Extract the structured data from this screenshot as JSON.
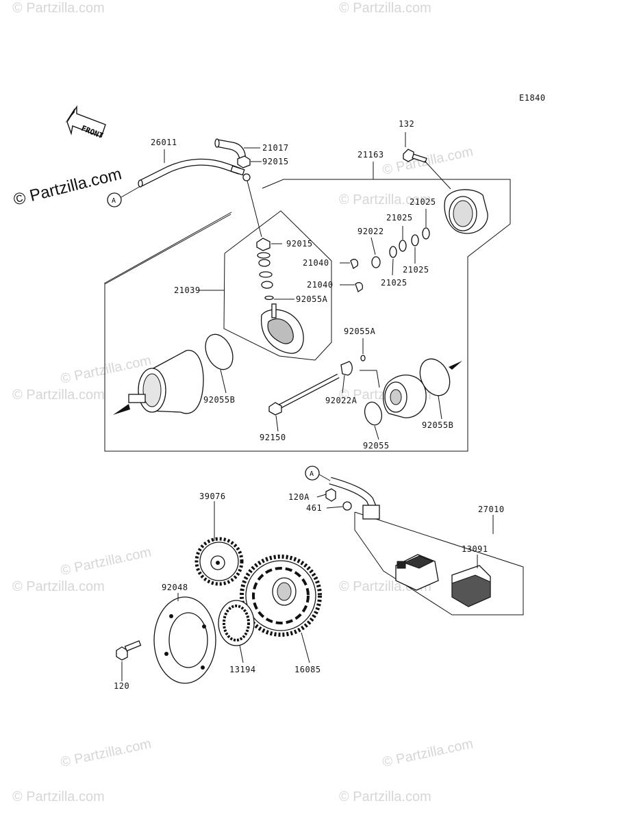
{
  "diagram_code": "E1840",
  "front_label": "FRONT",
  "callout_a": "A",
  "watermarks": [
    "© Partzilla.com",
    "© Partzilla.com",
    "© Partzilla.com",
    "© Partzilla.com",
    "© Partzilla.com",
    "© Partzilla.com",
    "© Partzilla.com",
    "© Partzilla.com",
    "© Partzilla.com",
    "© Partzilla.com",
    "© Partzilla.com",
    "© Partzilla.com",
    "© Partzilla.com",
    "© Partzilla.com"
  ],
  "watermark_main": "© Partzilla.com",
  "parts": {
    "p132": "132",
    "p26011": "26011",
    "p21017": "21017",
    "p92015_top": "92015",
    "p21163": "21163",
    "p21025_a": "21025",
    "p21025_b": "21025",
    "p21025_c": "21025",
    "p21025_d": "21025",
    "p92022": "92022",
    "p92015_mid": "92015",
    "p21040_a": "21040",
    "p21040_b": "21040",
    "p21039": "21039",
    "p92055A_a": "92055A",
    "p92055A_b": "92055A",
    "p92022A": "92022A",
    "p92055B_a": "92055B",
    "p92055B_b": "92055B",
    "p92150": "92150",
    "p92055": "92055",
    "p39076": "39076",
    "p120A": "120A",
    "p461": "461",
    "p27010": "27010",
    "p13091": "13091",
    "p92048": "92048",
    "p13194": "13194",
    "p16085": "16085",
    "p120": "120"
  }
}
